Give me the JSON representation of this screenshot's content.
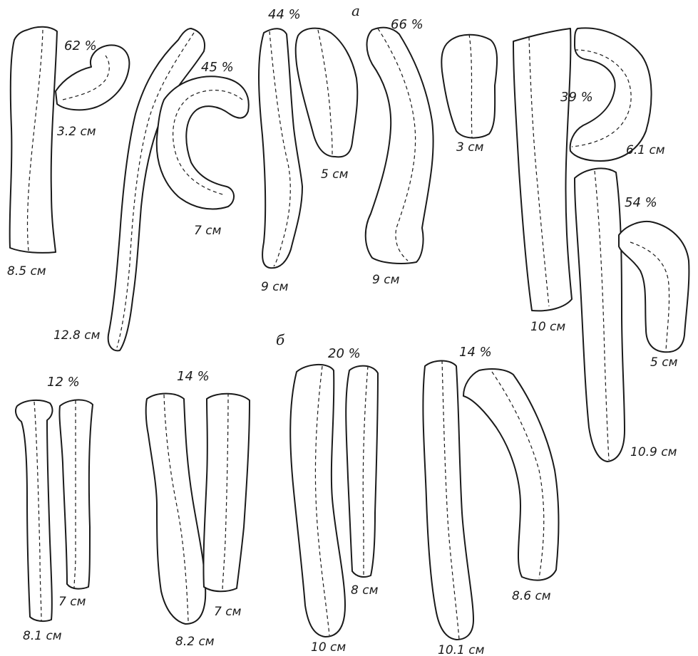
{
  "panels": {
    "a": "a",
    "b": "б"
  },
  "colors": {
    "ink": "#1a1a1a",
    "background": "#ffffff"
  },
  "top": {
    "g1": {
      "whole_length": "8.5 см",
      "part_length": "3.2 см",
      "percent": "62 %"
    },
    "g2": {
      "whole_length": "12.8 см",
      "part_length": "7 см",
      "percent": "45 %"
    },
    "g3": {
      "whole_length": "9 см",
      "part_length": "5 см",
      "percent": "44 %"
    },
    "g4": {
      "whole_length": "9 см",
      "part_length": "3 см",
      "percent": "66 %"
    },
    "g5": {
      "whole_length": "10 см",
      "part_length": "6.1 см",
      "percent": "39 %"
    },
    "g6": {
      "whole_length": "10.9 см",
      "part_length": "5 см",
      "percent": "54 %"
    }
  },
  "bottom": {
    "g1": {
      "whole_length": "8.1 см",
      "part_length": "7 см",
      "percent": "12 %"
    },
    "g2": {
      "whole_length": "8.2 см",
      "part_length": "7 см",
      "percent": "14 %"
    },
    "g3": {
      "whole_length": "10 см",
      "part_length": "8 см",
      "percent": "20 %"
    },
    "g4": {
      "whole_length": "10.1 см",
      "part_length": "8.6 см",
      "percent": "14 %"
    }
  }
}
